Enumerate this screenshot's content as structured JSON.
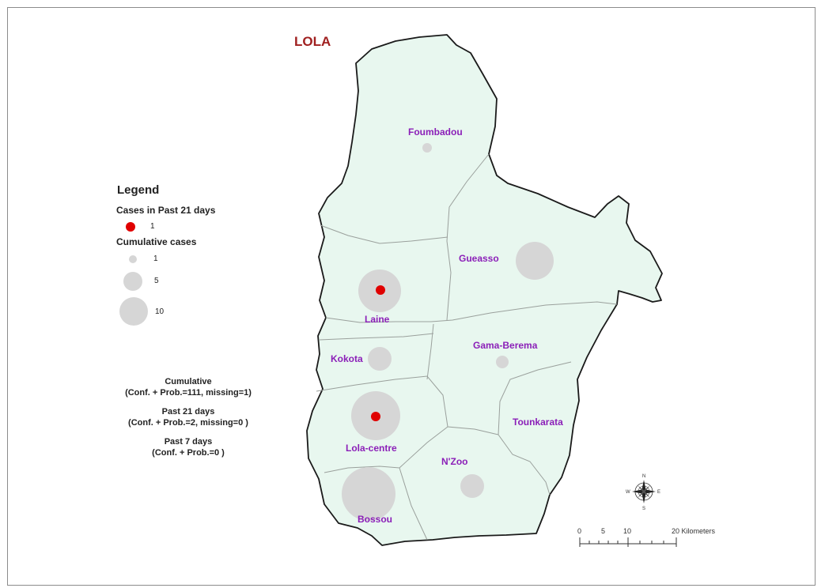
{
  "map": {
    "title": "LOLA",
    "districts": [
      {
        "id": "foumbadou",
        "label": "Foumbadou",
        "cumulative_cases": 1,
        "past21_cases": 0
      },
      {
        "id": "gueasso",
        "label": "Gueasso",
        "cumulative_cases": 8,
        "past21_cases": 0
      },
      {
        "id": "laine",
        "label": "Laine",
        "cumulative_cases": 10,
        "past21_cases": 1
      },
      {
        "id": "kokota",
        "label": "Kokota",
        "cumulative_cases": 3,
        "past21_cases": 0
      },
      {
        "id": "gama-berema",
        "label": "Gama-Berema",
        "cumulative_cases": 1,
        "past21_cases": 0
      },
      {
        "id": "tounkarata",
        "label": "Tounkarata",
        "cumulative_cases": 0,
        "past21_cases": 0
      },
      {
        "id": "lola-centre",
        "label": "Lola-centre",
        "cumulative_cases": 14,
        "past21_cases": 1
      },
      {
        "id": "nzoo",
        "label": "N'Zoo",
        "cumulative_cases": 3,
        "past21_cases": 0
      },
      {
        "id": "bossou",
        "label": "Bossou",
        "cumulative_cases": 18,
        "past21_cases": 0
      }
    ],
    "colors": {
      "land": "#e8f7ef",
      "border": "#1a1a1a",
      "internal_border": "#9aa09c",
      "cumulative_symbol": "#d6d6d6",
      "recent_symbol": "#e00000",
      "label": "#8b1fb8",
      "title": "#a02020"
    }
  },
  "legend": {
    "title": "Legend",
    "recent_heading": "Cases in Past 21 days",
    "recent_items": [
      {
        "label": "1"
      }
    ],
    "cumulative_heading": "Cumulative cases",
    "cumulative_items": [
      {
        "label": "1",
        "value": 1
      },
      {
        "label": "5",
        "value": 5
      },
      {
        "label": "10",
        "value": 10
      }
    ]
  },
  "stats": {
    "cumulative_heading": "Cumulative",
    "cumulative_detail": "(Conf. + Prob.=111, missing=1)",
    "past21_heading": "Past 21 days",
    "past21_detail": "(Conf. + Prob.=2, missing=0 )",
    "past7_heading": "Past 7 days",
    "past7_detail": "(Conf. + Prob.=0 )"
  },
  "scale_bar": {
    "ticks": [
      "0",
      "5",
      "10",
      "20 Kilometers"
    ]
  },
  "compass": {
    "icon": "compass-rose-icon",
    "letters": [
      "N",
      "E",
      "S",
      "W"
    ]
  }
}
